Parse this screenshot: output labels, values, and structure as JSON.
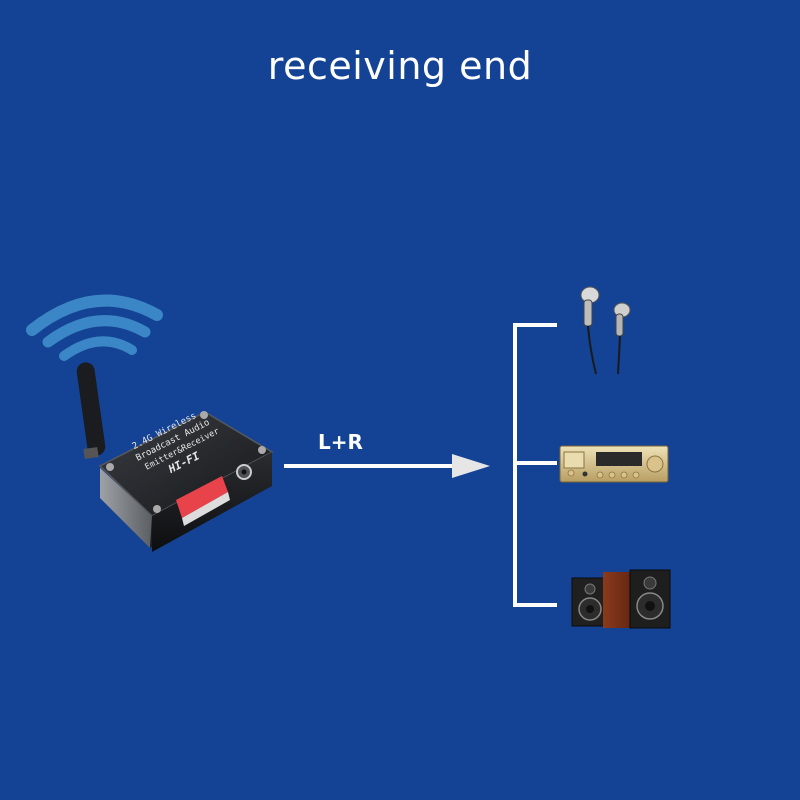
{
  "title": "receiving end",
  "signal_label": "L+R",
  "device": {
    "lines": [
      "2.4G Wireless",
      "Broadcast Audio",
      "Emitter&Receiver"
    ],
    "logo": "HI-FI"
  },
  "outputs": [
    {
      "name": "earphones-icon"
    },
    {
      "name": "amplifier-icon"
    },
    {
      "name": "speakers-icon"
    }
  ],
  "colors": {
    "background": "#144395",
    "wifi": "#3b86c6",
    "arrow": "#ffffff",
    "arrow_head": "#e6e6e6"
  }
}
